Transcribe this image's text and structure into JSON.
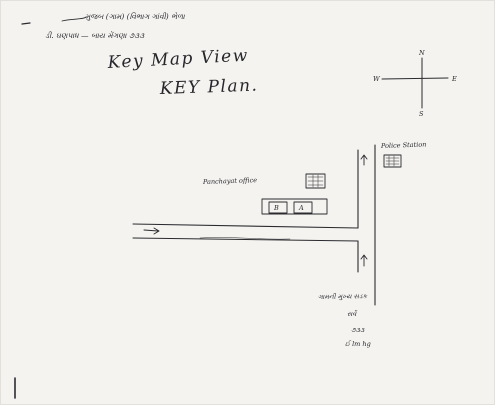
{
  "header": {
    "line1": "મુજબ (ગામ) (વિભાગ ગાંવી) ભેળા",
    "line2": "ડી. ઘણપાધ — બાય મેંગણા ૭૩૩"
  },
  "title": {
    "line1": "Key Map View",
    "line2": "KEY Plan."
  },
  "compass": {
    "n": "N",
    "s": "S",
    "e": "E",
    "w": "W"
  },
  "labels": {
    "police_station": "Police Station",
    "panchayat_office": "Panchayat office",
    "plot_a": "B",
    "plot_b": "A",
    "site_line1": "ગામની મુખ્ય સડક",
    "site_line2": "સર્વે",
    "site_line3": "૭૩૩",
    "site_line4": "ઈ lm hg"
  },
  "colors": {
    "paper": "#f4f3f0",
    "ink": "#2b2b2f"
  }
}
